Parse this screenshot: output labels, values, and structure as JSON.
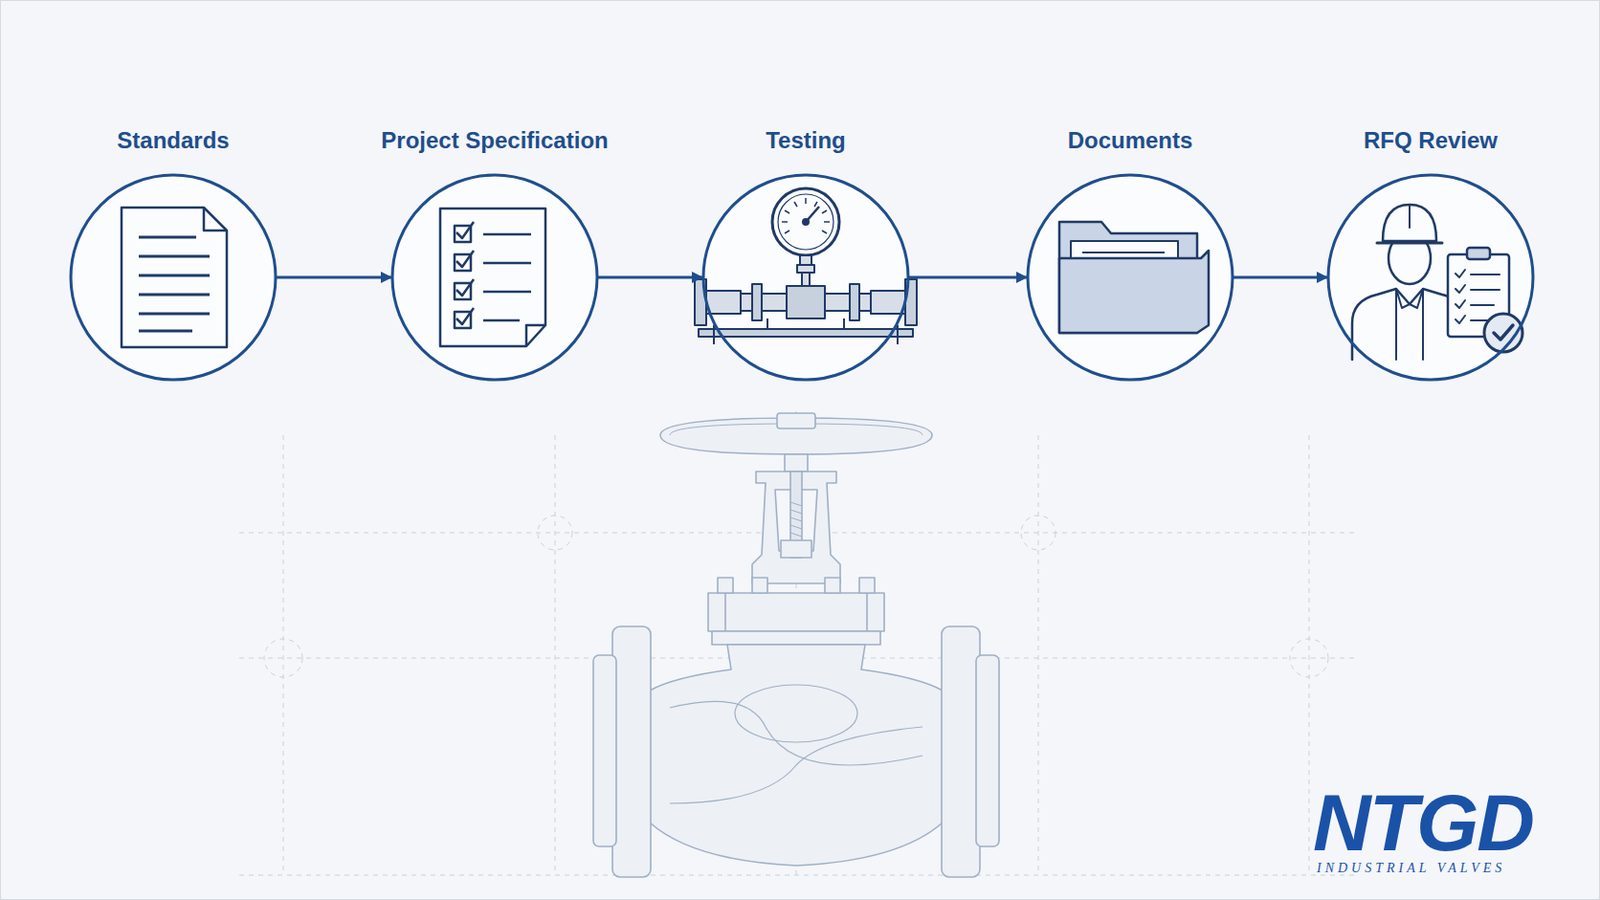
{
  "diagram": {
    "nodes": [
      {
        "text": [
          "Standards"
        ]
      },
      {
        "text": [
          "Project Specification"
        ]
      },
      {
        "text": [
          "Testing"
        ]
      },
      {
        "text": [
          "Documents"
        ]
      },
      {
        "text": [
          "RFQ Review"
        ]
      }
    ],
    "edges": [
      {
        "from": 0,
        "to": 1,
        "arrow": "to"
      },
      {
        "from": 1,
        "to": 2,
        "arrow": "to"
      },
      {
        "from": 2,
        "to": 3,
        "arrow": "to"
      },
      {
        "from": 3,
        "to": 4,
        "arrow": "to"
      }
    ],
    "labels": [
      "NTGD",
      "INDUSTRIAL VALVES"
    ]
  }
}
